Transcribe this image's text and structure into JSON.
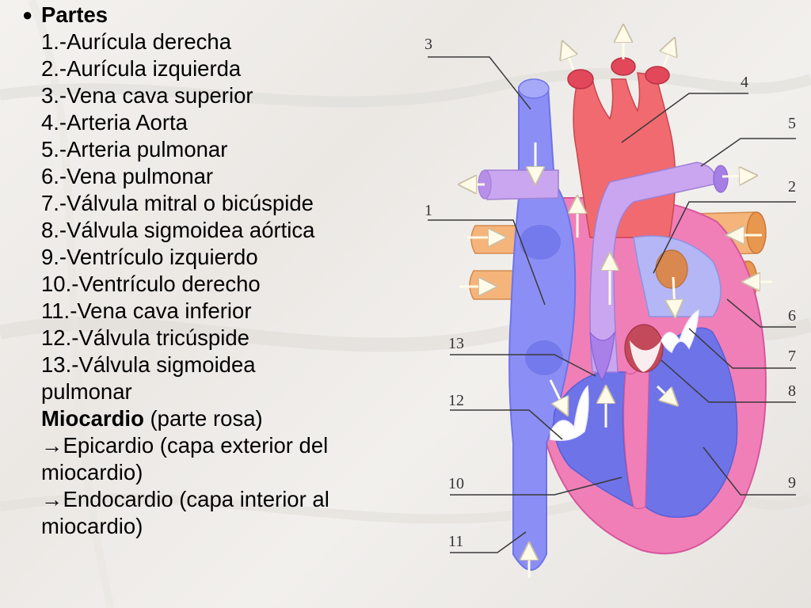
{
  "text": {
    "heading": "Partes",
    "parts": [
      "1.-Aurícula derecha",
      "2.-Aurícula izquierda",
      "3.-Vena cava superior",
      "4.-Arteria Aorta",
      "5.-Arteria pulmonar",
      "6.-Vena pulmonar",
      "7.-Válvula mitral o bicúspide",
      "8.-Válvula sigmoidea aórtica",
      "9.-Ventrículo izquierdo",
      "10.-Ventrículo derecho",
      "11.-Vena cava inferior",
      "12.-Válvula tricúspide",
      "13.-Válvula sigmoidea",
      "pulmonar"
    ],
    "miocardio_bold": "Miocardio",
    "miocardio_rest": " (parte rosa)",
    "epicardio": "→Epicardio (capa exterior del miocardio)",
    "endocardio": "→Endocardio (capa interior al miocardio)"
  },
  "diagram": {
    "labels": [
      "1",
      "2",
      "3",
      "4",
      "5",
      "6",
      "7",
      "8",
      "9",
      "10",
      "11",
      "12",
      "13"
    ],
    "colors": {
      "venous_blue": "#8b8ff5",
      "dark_blue": "#6e73e8",
      "aorta_red": "#f06a70",
      "pulmonary_lilac": "#c9a6ef",
      "pulmonary_vein": "#f5b47a",
      "myocardium_pink": "#f07fb8",
      "atrium_light": "#b4b6f5"
    }
  }
}
